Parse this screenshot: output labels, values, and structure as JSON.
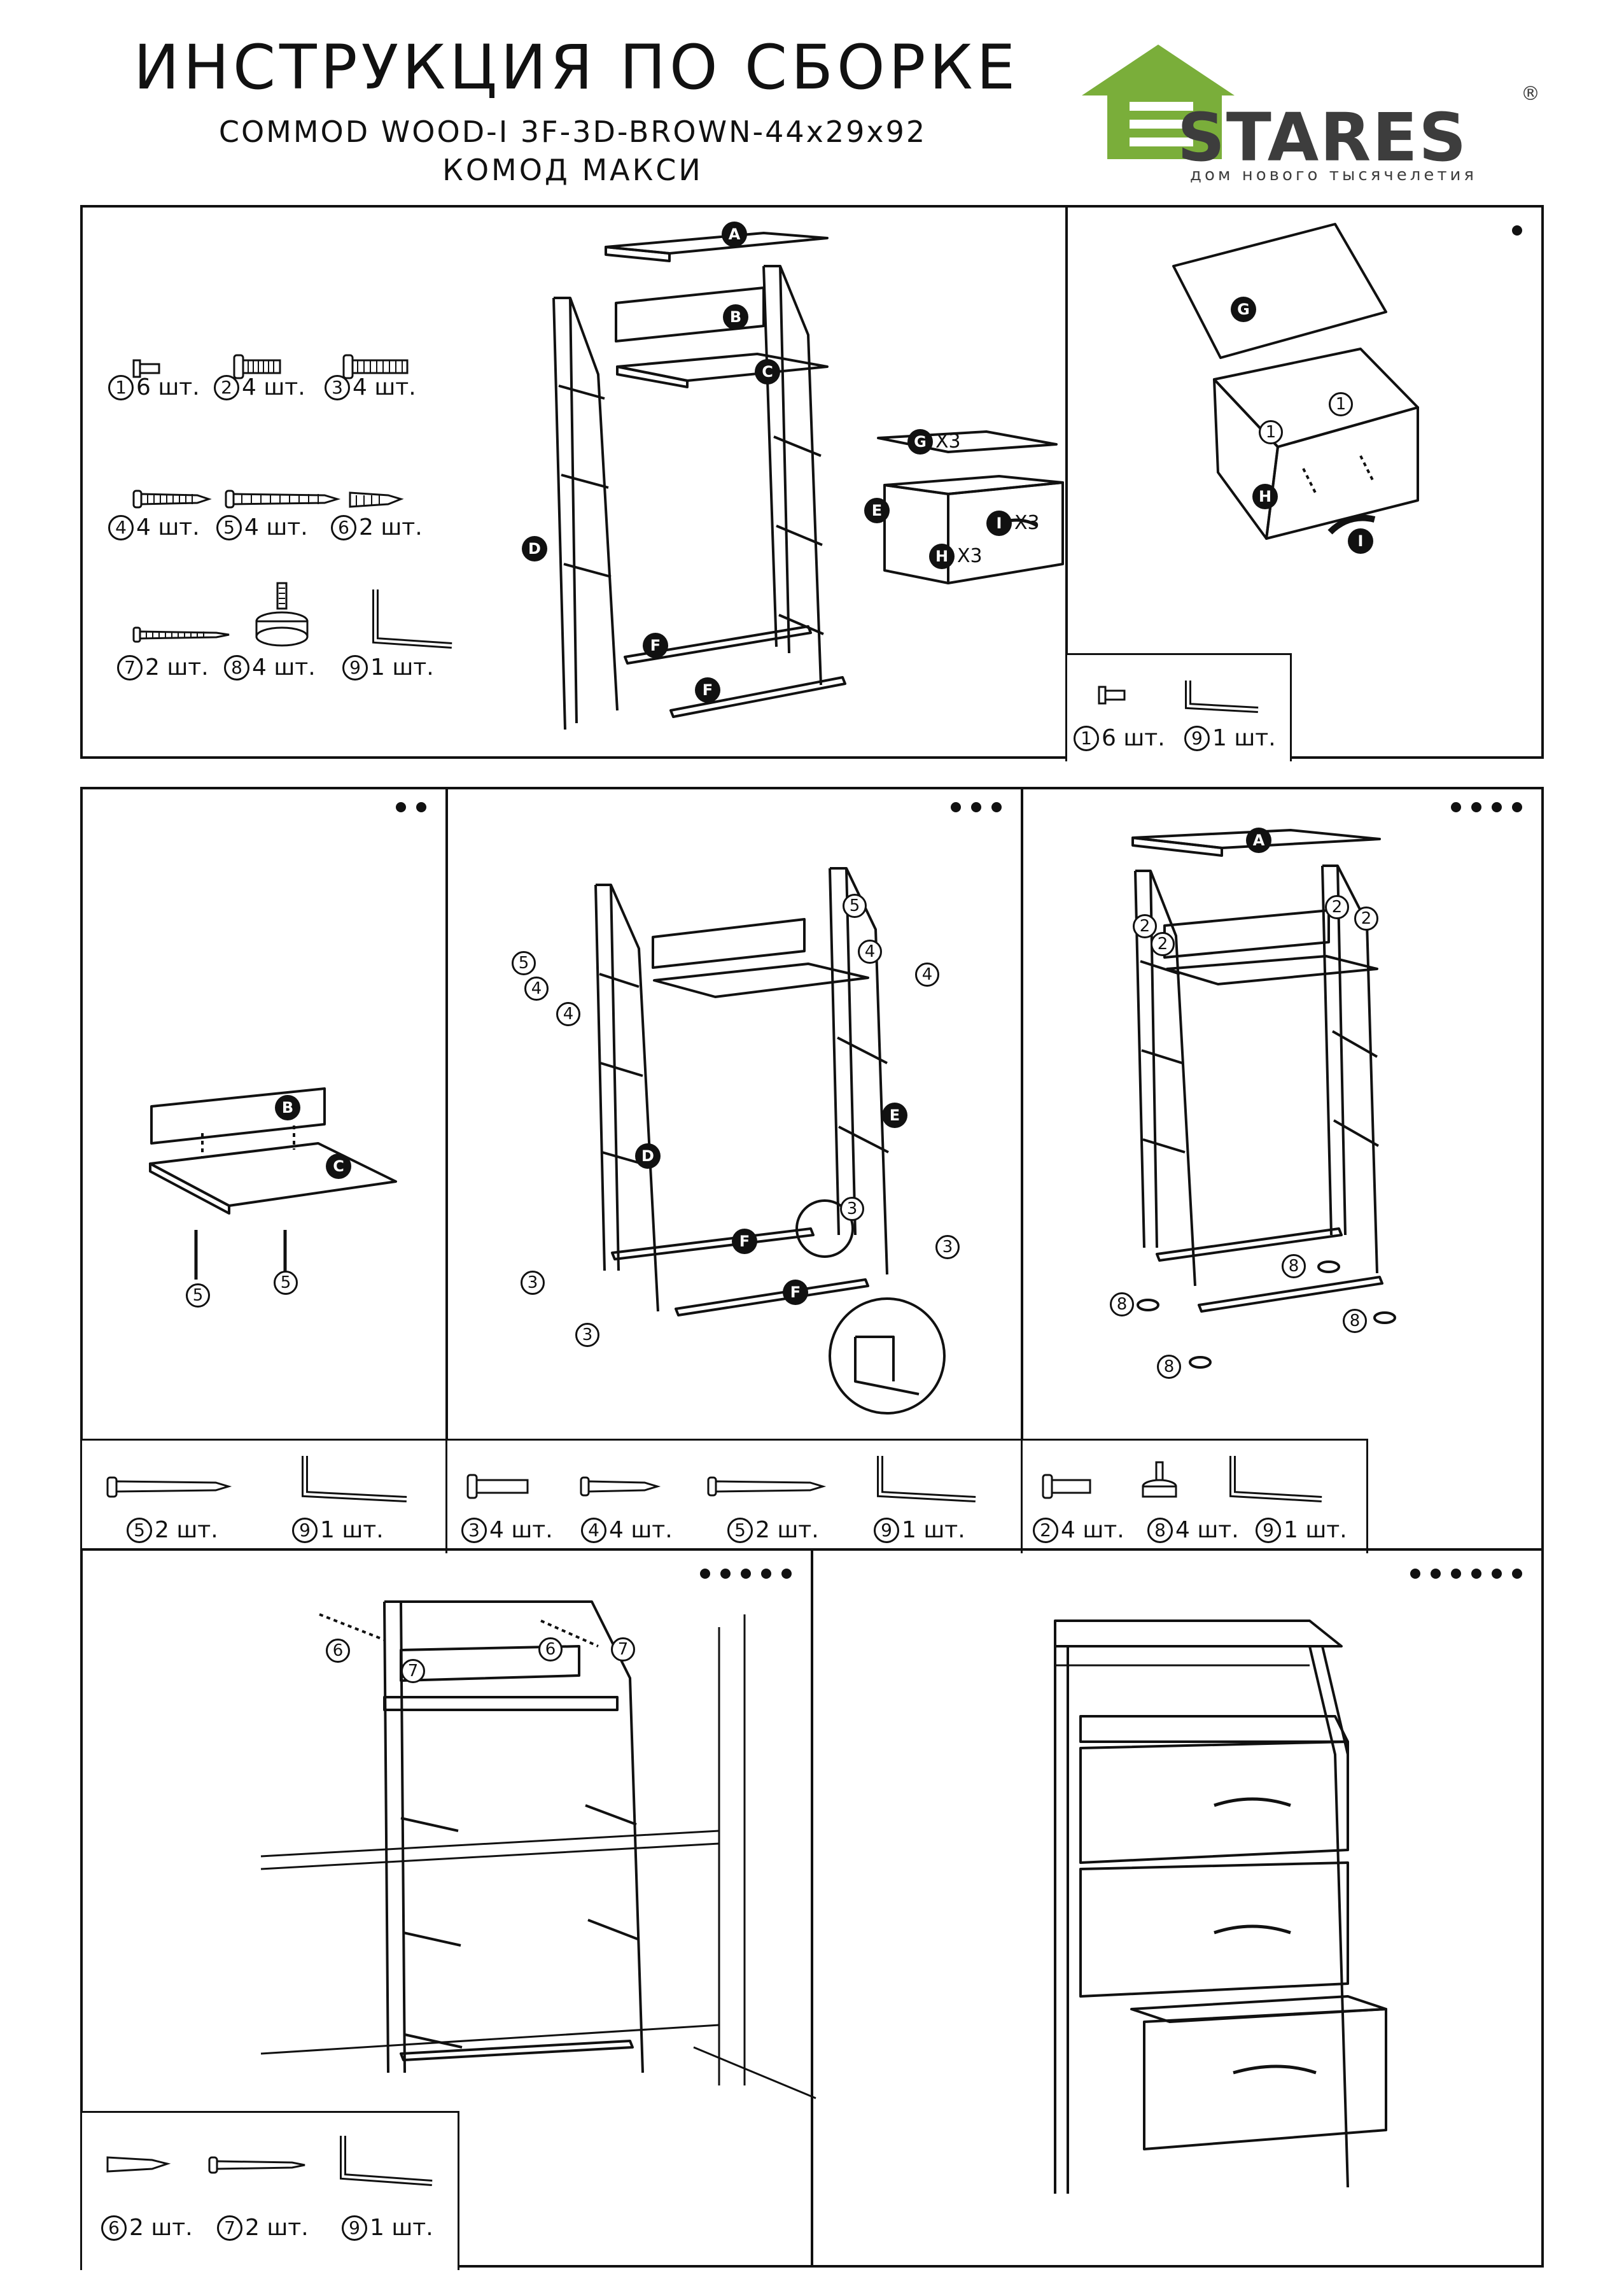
{
  "header": {
    "title": "ИНСТРУКЦИЯ ПО СБОРКЕ",
    "model": "COMMOD WOOD-I 3F-3D-BROWN-44x29x92",
    "product_name": "КОМОД МАКСИ"
  },
  "logo": {
    "brand": "STARES",
    "tagline": "дом нового тысячелетия",
    "registered": "®",
    "brand_green": "#7aae3a",
    "brand_gray": "#3d3d3d"
  },
  "panel1": {
    "parts": [
      {
        "num": "1",
        "qty": "6 шт."
      },
      {
        "num": "2",
        "qty": "4 шт."
      },
      {
        "num": "3",
        "qty": "4 шт."
      },
      {
        "num": "4",
        "qty": "4 шт."
      },
      {
        "num": "5",
        "qty": "4 шт."
      },
      {
        "num": "6",
        "qty": "2 шт."
      },
      {
        "num": "7",
        "qty": "2 шт."
      },
      {
        "num": "8",
        "qty": "4 шт."
      },
      {
        "num": "9",
        "qty": "1 шт."
      }
    ],
    "labels": {
      "A": "A",
      "B": "B",
      "C": "C",
      "D": "D",
      "E": "E",
      "F": "F",
      "G": "G",
      "H": "H",
      "I": "I"
    },
    "x3": "X3"
  },
  "step1": {
    "step_dots": 1,
    "labels": {
      "G": "G",
      "H": "H",
      "I": "I",
      "n1": "1"
    },
    "parts": [
      {
        "num": "1",
        "qty": "6 шт."
      },
      {
        "num": "9",
        "qty": "1 шт."
      }
    ]
  },
  "step2": {
    "step_dots": 2,
    "labels": {
      "B": "B",
      "C": "C",
      "n5": "5"
    },
    "parts": [
      {
        "num": "5",
        "qty": "2 шт."
      },
      {
        "num": "9",
        "qty": "1 шт."
      }
    ]
  },
  "step3": {
    "step_dots": 3,
    "labels": {
      "D": "D",
      "E": "E",
      "F": "F",
      "n3": "3",
      "n4": "4",
      "n5": "5"
    },
    "parts": [
      {
        "num": "3",
        "qty": "4 шт."
      },
      {
        "num": "4",
        "qty": "4 шт."
      },
      {
        "num": "5",
        "qty": "2 шт."
      },
      {
        "num": "9",
        "qty": "1 шт."
      }
    ]
  },
  "step4": {
    "step_dots": 4,
    "labels": {
      "A": "A",
      "n2": "2",
      "n8": "8"
    },
    "parts": [
      {
        "num": "2",
        "qty": "4 шт."
      },
      {
        "num": "8",
        "qty": "4 шт."
      },
      {
        "num": "9",
        "qty": "1 шт."
      }
    ]
  },
  "step5": {
    "step_dots": 5,
    "labels": {
      "n6": "6",
      "n7": "7"
    },
    "parts": [
      {
        "num": "6",
        "qty": "2 шт."
      },
      {
        "num": "7",
        "qty": "2 шт."
      },
      {
        "num": "9",
        "qty": "1 шт."
      }
    ]
  },
  "step6": {
    "step_dots": 6
  }
}
